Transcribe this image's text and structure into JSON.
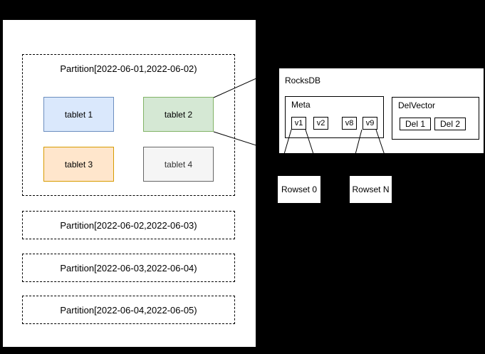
{
  "background_color": "#000000",
  "panel_color": "#ffffff",
  "partitions": [
    {
      "label": "Partition[2022-06-01,2022-06-02)"
    },
    {
      "label": "Partition[2022-06-02,2022-06-03)"
    },
    {
      "label": "Partition[2022-06-03,2022-06-04)"
    },
    {
      "label": "Partition[2022-06-04,2022-06-05)"
    }
  ],
  "tablets": [
    {
      "label": "tablet 1",
      "fill": "#dae8fc",
      "border": "#6c8ebf"
    },
    {
      "label": "tablet 2",
      "fill": "#d5e8d4",
      "border": "#82b366"
    },
    {
      "label": "tablet 3",
      "fill": "#ffe6cc",
      "border": "#d79b00"
    },
    {
      "label": "tablet 4",
      "fill": "#f5f5f5",
      "border": "#666666"
    }
  ],
  "rocksdb": {
    "title": "RocksDB",
    "meta": {
      "title": "Meta",
      "versions": [
        "v1",
        "v2",
        "v8",
        "v9"
      ]
    },
    "delvector": {
      "title": "DelVector",
      "entries": [
        "Del 1",
        "Del 2"
      ]
    }
  },
  "rowsets": [
    {
      "label": "Rowset 0"
    },
    {
      "label": "Rowset N"
    }
  ]
}
